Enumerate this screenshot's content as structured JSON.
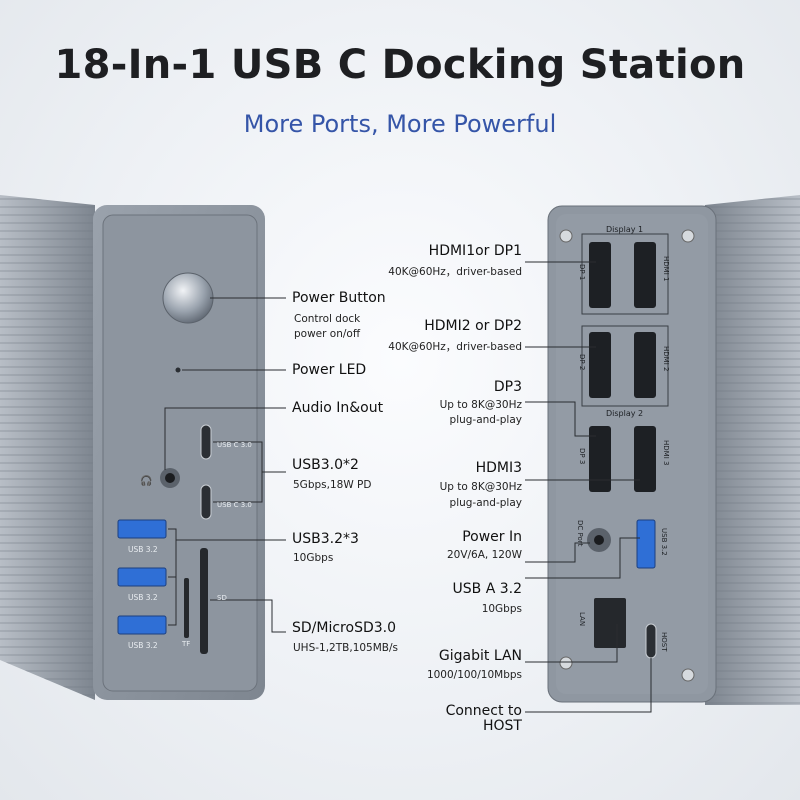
{
  "header": {
    "title": "18-In-1 USB C Docking Station",
    "subtitle": "More Ports, More Powerful"
  },
  "front": {
    "power_button": {
      "label": "Power Button",
      "desc1": "Control dock",
      "desc2": "power on/off"
    },
    "power_led": {
      "label": "Power LED"
    },
    "audio": {
      "label": "Audio In&out"
    },
    "usb30": {
      "label": "USB3.0*2",
      "desc": "5Gbps,18W PD",
      "port_text": "USB C 3.0"
    },
    "usb32": {
      "label": "USB3.2*3",
      "desc": "10Gbps",
      "port_text": "USB 3.2"
    },
    "sd": {
      "label": "SD/MicroSD3.0",
      "desc": "UHS-1,2TB,105MB/s",
      "sd_text": "SD",
      "tf_text": "TF"
    }
  },
  "rear": {
    "hdmi1_dp1": {
      "label": "HDMI1or DP1",
      "desc": "40K@60Hz，driver-based"
    },
    "hdmi2_dp2": {
      "label": "HDMI2 or DP2",
      "desc": "40K@60Hz，driver-based"
    },
    "dp3": {
      "label": "DP3",
      "desc1": "Up to 8K@30Hz",
      "desc2": "plug-and-play"
    },
    "hdmi3": {
      "label": "HDMI3",
      "desc1": "Up to 8K@30Hz",
      "desc2": "plug-and-play"
    },
    "power_in": {
      "label": "Power In",
      "desc": "20V/6A, 120W"
    },
    "usb_a": {
      "label": "USB A 3.2",
      "desc": "10Gbps"
    },
    "lan": {
      "label": "Gigabit LAN",
      "desc": "1000/100/10Mbps"
    },
    "host": {
      "label1": "Connect to",
      "label2": "HOST"
    },
    "panel": {
      "display1": "Display 1",
      "display2": "Display 2",
      "dp1": "DP 1",
      "hdmi1": "HDMI 1",
      "dp2": "DP 2",
      "hdmi2": "HDMI 2",
      "dp3": "DP 3",
      "hdmi3": "HDMI 3",
      "dc_port": "DC Port",
      "usb32": "USB 3.2",
      "lan": "LAN",
      "host": "HOST"
    }
  },
  "colors": {
    "accent": "#3555a8",
    "metal": "#8c949e",
    "port_blue": "#2f6fd6"
  }
}
